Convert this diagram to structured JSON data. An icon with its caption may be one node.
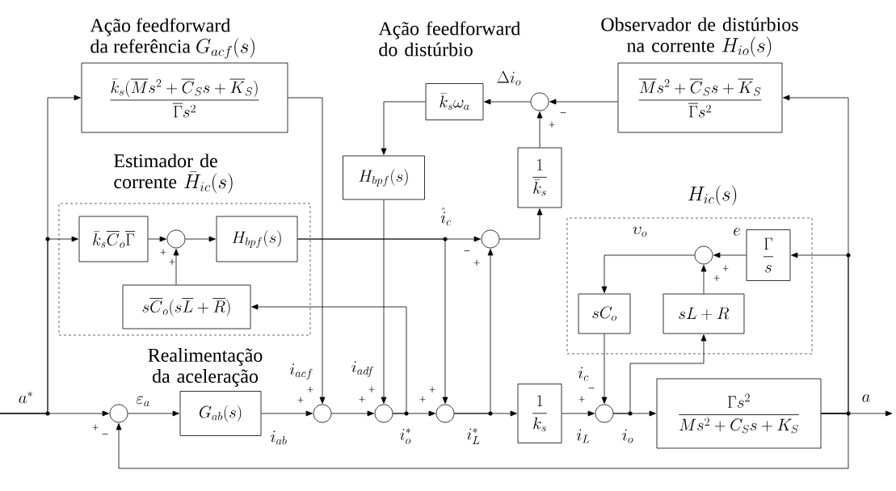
{
  "diagram": {
    "nodes": [
      {
        "text": [
          "Estimador de corrente",
          "\\bar{H}_{ic}(s)"
        ]
      },
      {
        "text": [
          "H_{ic}(s)"
        ]
      },
      {
        "text": [
          "Ação feedforward da referência",
          "G_{acf}(s)",
          "\\frac{\\bar{k}_s(\\overline{M}s^2+\\overline{C}_S s+\\overline{K}_S)}{\\overline{\\Gamma}s^2}"
        ]
      },
      {
        "text": [
          "Observador de distúrbios na corrente",
          "H_{io}(s)",
          "\\frac{\\overline{M}s^2+\\overline{C}_S s+\\overline{K}_S}{\\overline{\\Gamma}s^2}"
        ]
      },
      {
        "text": [],
        "shape": "circle"
      },
      {
        "text": [
          "Ação feedforward do distúrbio",
          "\\bar{k}_s\\omega_a"
        ]
      },
      {
        "text": [
          "H_{bpf}(s)"
        ]
      },
      {
        "text": [
          "\\frac{1}{\\bar{k}_s}"
        ]
      },
      {
        "text": [],
        "shape": "circle"
      },
      {
        "text": [
          "\\bar{k}_s\\overline{C}_o\\overline{\\Gamma}"
        ],
        "in": 0
      },
      {
        "text": [],
        "shape": "circle",
        "in": 0
      },
      {
        "text": [
          "H_{bpf}(s)"
        ],
        "in": 0
      },
      {
        "text": [
          "s\\overline{C}_o(s\\overline{L}+\\overline{R})"
        ],
        "in": 0
      },
      {
        "text": [
          "\\frac{\\Gamma}{s}"
        ],
        "in": 1
      },
      {
        "text": [],
        "shape": "circle",
        "in": 1
      },
      {
        "text": [
          "sC_o"
        ],
        "in": 1
      },
      {
        "text": [
          "sL+R"
        ],
        "in": 1
      },
      {
        "text": [],
        "shape": "circle"
      },
      {
        "text": [
          "Realimentação da aceleração",
          "G_{ab}(s)"
        ]
      },
      {
        "text": [],
        "shape": "circle"
      },
      {
        "text": [],
        "shape": "circle"
      },
      {
        "text": [],
        "shape": "circle"
      },
      {
        "text": [
          "\\frac{1}{k_s}"
        ]
      },
      {
        "text": [],
        "shape": "circle"
      },
      {
        "text": [
          "\\frac{\\Gamma s^2}{Ms^2+C_S s+K_S}"
        ]
      }
    ],
    "edges": [
      {
        "from": null,
        "to": 17,
        "arrow": "to"
      },
      {
        "from": null,
        "to": 2,
        "arrow": "to"
      },
      {
        "from": null,
        "to": 9,
        "arrow": "to"
      },
      {
        "from": 17,
        "to": 18,
        "arrow": "to"
      },
      {
        "from": 18,
        "to": 19,
        "arrow": "to"
      },
      {
        "from": 19,
        "to": 20,
        "arrow": "to"
      },
      {
        "from": 20,
        "to": 21,
        "arrow": "to"
      },
      {
        "from": 21,
        "to": 22,
        "arrow": "to"
      },
      {
        "from": 22,
        "to": 23,
        "arrow": "to"
      },
      {
        "from": 23,
        "to": 24,
        "arrow": "to"
      },
      {
        "from": 24,
        "to": null,
        "arrow": "to"
      },
      {
        "from": 24,
        "to": 17,
        "arrow": "to"
      },
      {
        "from": 24,
        "to": 3,
        "arrow": "to"
      },
      {
        "from": 24,
        "to": 13,
        "arrow": "to"
      },
      {
        "from": 2,
        "to": 19,
        "arrow": "to"
      },
      {
        "from": 3,
        "to": 4,
        "arrow": "to"
      },
      {
        "from": 4,
        "to": 5,
        "arrow": "to"
      },
      {
        "from": 5,
        "to": 6,
        "arrow": "to"
      },
      {
        "from": 6,
        "to": 20,
        "arrow": "to"
      },
      {
        "from": 7,
        "to": 4,
        "arrow": "to"
      },
      {
        "from": 8,
        "to": 7,
        "arrow": "to"
      },
      {
        "from": 9,
        "to": 10,
        "arrow": "to"
      },
      {
        "from": 10,
        "to": 11,
        "arrow": "to"
      },
      {
        "from": 12,
        "to": 10,
        "arrow": "to"
      },
      {
        "from": 11,
        "to": 8,
        "arrow": "to"
      },
      {
        "from": 11,
        "to": 21,
        "arrow": "to"
      },
      {
        "from": 20,
        "to": 12,
        "arrow": "to"
      },
      {
        "from": 21,
        "to": 8,
        "arrow": "to"
      },
      {
        "from": 13,
        "to": 14,
        "arrow": "to"
      },
      {
        "from": 14,
        "to": 15,
        "arrow": "to"
      },
      {
        "from": 16,
        "to": 14,
        "arrow": "to"
      },
      {
        "from": 15,
        "to": 23,
        "arrow": "to"
      },
      {
        "from": 23,
        "to": 16,
        "arrow": "to"
      }
    ],
    "labels": [
      "\\Delta i_o",
      "\\hat{i}_c",
      "\\upsilon_o",
      "e",
      "a^*",
      "\\varepsilon_a",
      "i_{acf}",
      "i_{adf}",
      "i_c",
      "a",
      "i_{ab}",
      "i_o^*",
      "i_L^*",
      "i_L",
      "i_o",
      "+",
      "−",
      "−",
      "+",
      "+",
      "+",
      "+",
      "+",
      "+",
      "−",
      "+",
      "+",
      "+",
      "+",
      "+",
      "+",
      "+",
      "−"
    ]
  }
}
